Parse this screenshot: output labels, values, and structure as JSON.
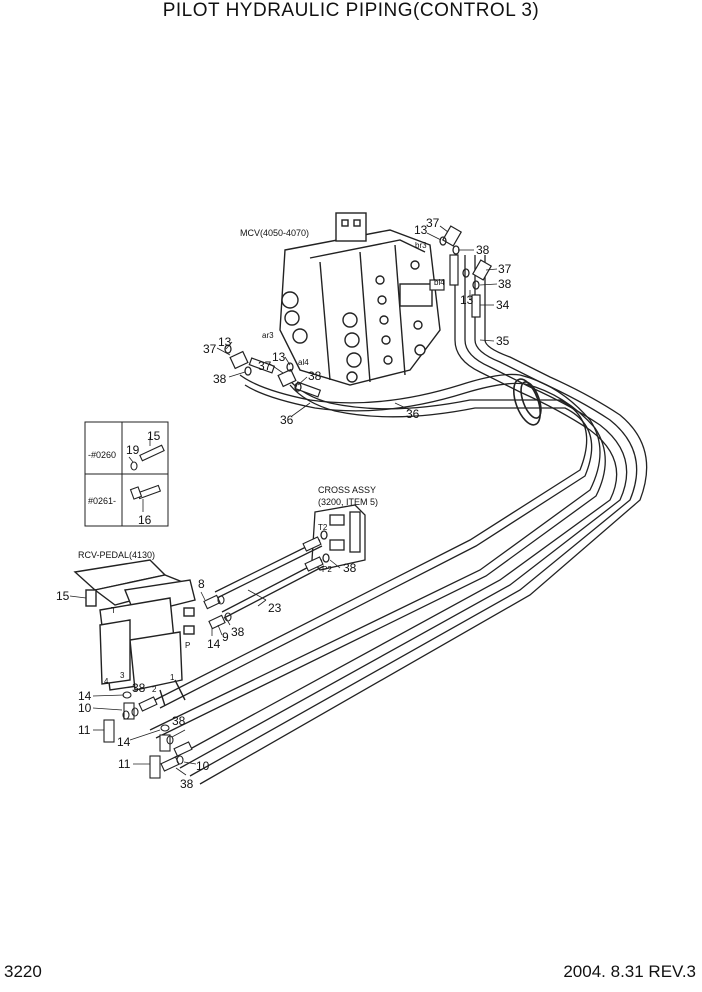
{
  "title": "PILOT HYDRAULIC PIPING(CONTROL 3)",
  "page_number": "3220",
  "revision": "2004. 8.31 REV.3",
  "labels": {
    "mcv": "MCV(4050-4070)",
    "cross_assy_1": "CROSS ASSY",
    "cross_assy_2": "(3200, ITEM 5)",
    "rcv_pedal": "RCV-PEDAL(4130)",
    "inset_row1": "-#0260",
    "inset_row2": "#0261-",
    "port_br3": "br3",
    "port_bl4": "bl4",
    "port_ar3": "ar3",
    "port_al4": "al4",
    "port_t2": "T2",
    "port_p2": "P2",
    "port_p": "P",
    "port_t": "T",
    "pedal_port_1": "1",
    "pedal_port_2": "2",
    "pedal_port_3": "3",
    "pedal_port_4": "4"
  },
  "callouts": {
    "c13a": "13",
    "c37a": "37",
    "c38a": "38",
    "c37b": "37",
    "c38b": "38",
    "c13b": "13",
    "c34": "34",
    "c35": "35",
    "c13c": "13",
    "c37c": "37",
    "c38c": "38",
    "c37d": "37",
    "c13d": "13",
    "c38d": "38",
    "c36a": "36",
    "c36b": "36",
    "c15a": "15",
    "c19": "19",
    "c16": "16",
    "c38e": "38",
    "c8": "8",
    "c23": "23",
    "c38f": "38",
    "c9": "9",
    "c14a": "14",
    "c15b": "15",
    "c14b": "14",
    "c38g": "38",
    "c10a": "10",
    "c11a": "11",
    "c14c": "14",
    "c38h": "38",
    "c11b": "11",
    "c10b": "10",
    "c38i": "38"
  }
}
